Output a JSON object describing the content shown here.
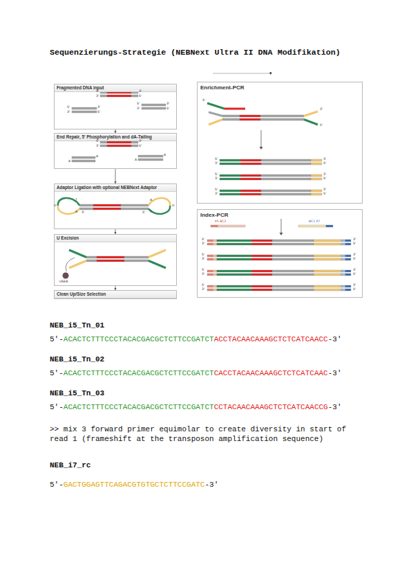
{
  "diagram": {
    "title": "Sequenzierungs-Strategie (NEBNext Ultra II DNA Modifikation)",
    "nodes": [
      {
        "text": [
          "Fragmented DNA input"
        ]
      },
      {
        "text": [
          "End Repair, 5' Phosphorylation and dA-Tailing"
        ]
      },
      {
        "text": [
          "Adaptor Ligation with optional NEBNext Adaptor"
        ]
      },
      {
        "text": [
          "U Excision"
        ]
      },
      {
        "text": [
          "Clean Up/Size Selection"
        ]
      },
      {
        "text": [
          "Enrichment-PCR"
        ]
      },
      {
        "text": [
          "Index-PCR"
        ]
      }
    ],
    "edges": [
      {
        "from": 0,
        "to": 1,
        "arrow": "to"
      },
      {
        "from": 1,
        "to": 2,
        "arrow": "to"
      },
      {
        "from": 2,
        "to": 3,
        "arrow": "to"
      },
      {
        "from": 3,
        "to": 4,
        "arrow": "to"
      }
    ],
    "labels": [
      "▾",
      "5'",
      "3'",
      "3'",
      "5'",
      "5'",
      "3'",
      "3'",
      "5'",
      "5'",
      "3'",
      "3'",
      "5'",
      "5'",
      "3'",
      "3'",
      "5'",
      "A",
      "A",
      "A",
      "A",
      "U",
      "U",
      "T",
      "A",
      "A",
      "T",
      "3'",
      "5'",
      "USER",
      "5'",
      "3'",
      "5'",
      "5'",
      "3'",
      "3'",
      "5'",
      "5'",
      "3'",
      "3'",
      "5'",
      "5'",
      "3'",
      "3'",
      "5'",
      "P5 BC2",
      "BC1 P7",
      "5'",
      "3'",
      "3'",
      "5'",
      "5'",
      "3'",
      "3'",
      "5'",
      "5'",
      "3'",
      "3'",
      "5'",
      "5'",
      "3'",
      "3'",
      "5'",
      "NEB_i5_Tn_01",
      "5'-",
      "ACACTCTTTCCCTACACGACGCTCTTCCGATCT",
      "ACCTACAACAAAGCTCTCATCAACC",
      "-3'",
      "NEB_i5_Tn_02",
      "5'-",
      "ACACTCTTTCCCTACACGACGCTCTTCCGATCT",
      "CACCTACAACAAAGCTCTCATCAAC",
      "-3'",
      "NEB_i5_Tn_03",
      "5'-",
      "ACACTCTTTCCCTACACGACGCTCTTCCGATCT",
      "CCTACAACAAAGCTCTCATCAACCG",
      "-3'",
      ">> mix 3 forward primer equimolar to create diversity in start of read 1 (frameshift at the transposon amplification sequence)",
      "NEB_i7_rc",
      "5'-",
      "GACTGGAGTTCAGACGTGTGCTCTTCCGATC",
      "-3'"
    ]
  }
}
